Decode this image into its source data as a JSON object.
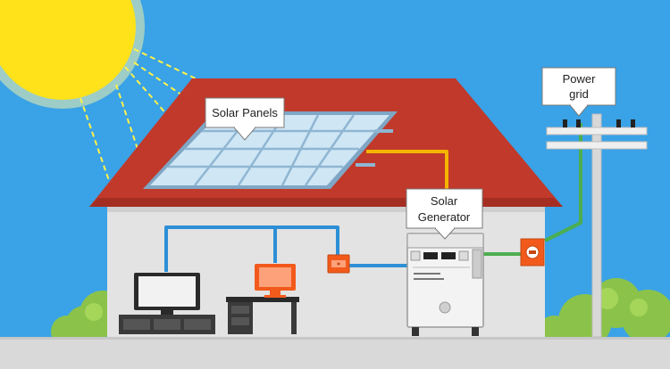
{
  "labels": {
    "solar_panels": "Solar Panels",
    "solar_generator_line1": "Solar",
    "solar_generator_line2": "Generator",
    "power_grid_line1": "Power",
    "power_grid_line2": "grid"
  },
  "colors": {
    "sky": "#3aa2e6",
    "sun": "#ffe21a",
    "sun_rays": "#fff24a",
    "roof": "#c0392b",
    "wall": "#e3e3e3",
    "wire_blue": "#2d8fd6",
    "wire_yellow": "#f5b400",
    "wire_green": "#4cae4f",
    "orange_device": "#f25a1c"
  },
  "icons": [
    "sun-icon",
    "solar-panel-icon",
    "tv-icon",
    "monitor-icon",
    "inverter-icon",
    "meter-icon",
    "utility-pole-icon",
    "generator-icon",
    "bush-icon"
  ]
}
